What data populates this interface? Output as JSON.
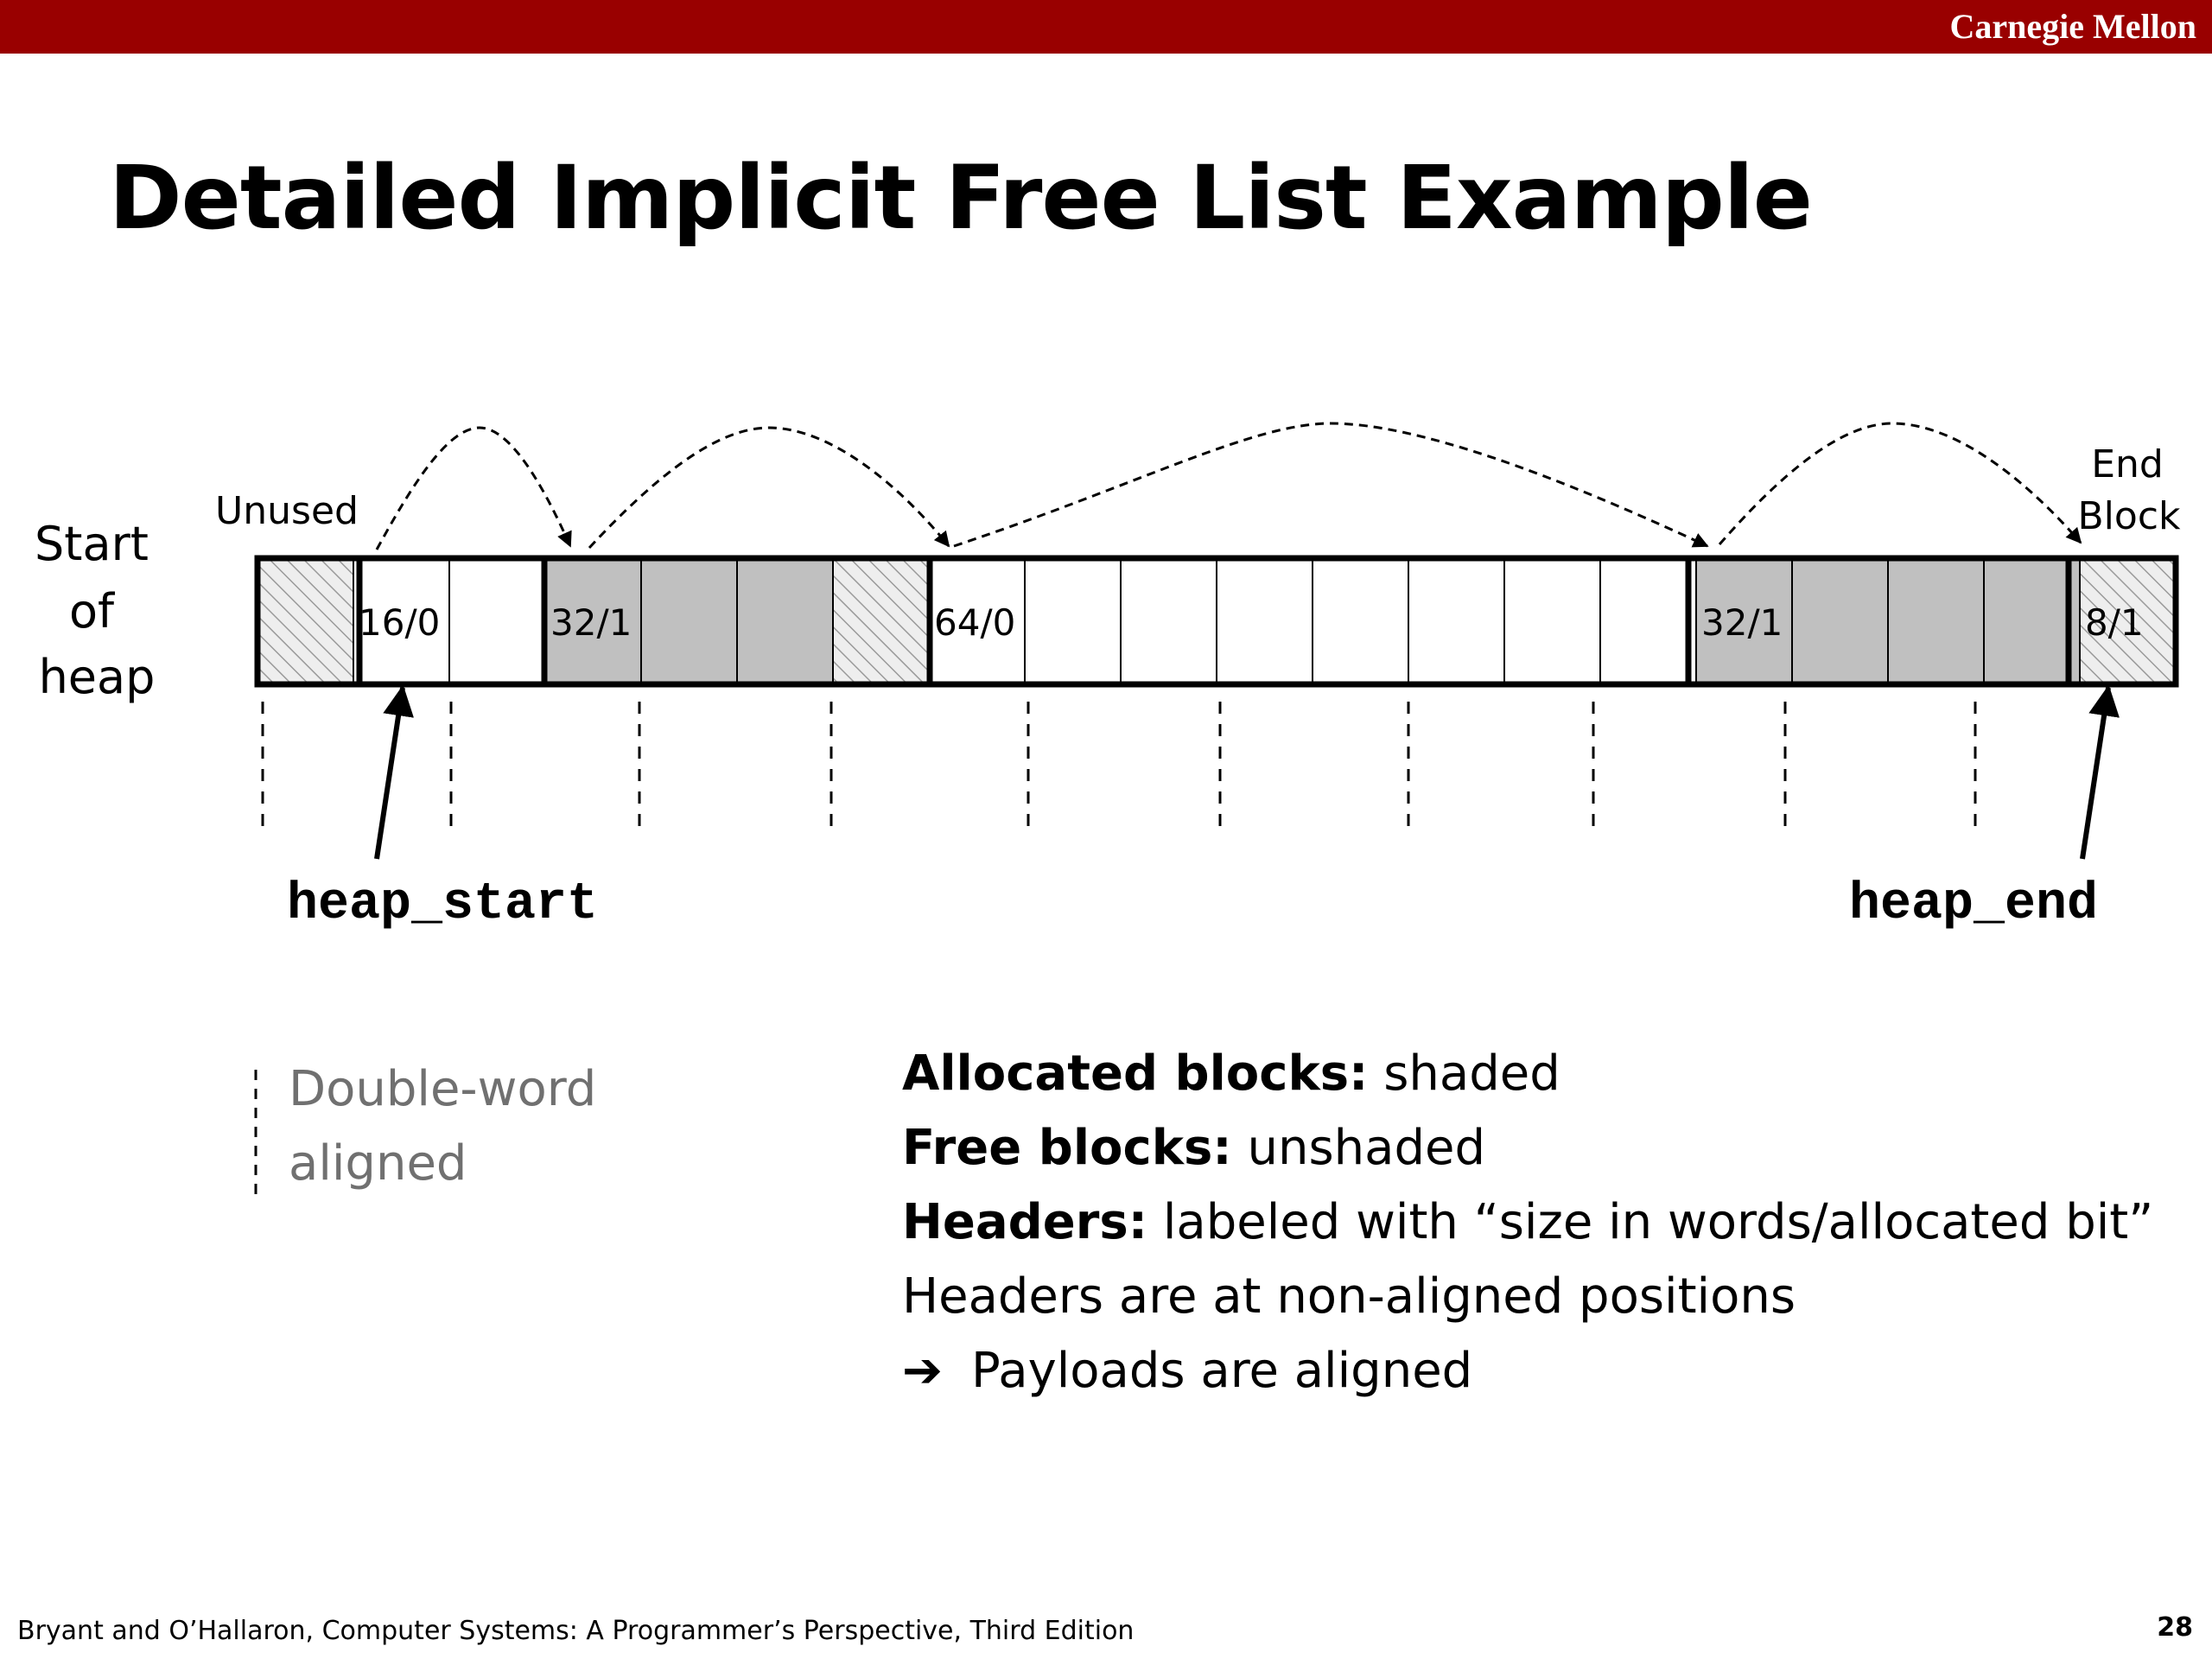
{
  "header": {
    "brand": "Carnegie Mellon",
    "bar_color": "#990000"
  },
  "title": "Detailed Implicit Free List Example",
  "diagram": {
    "start_label": [
      "Start",
      "of",
      "heap"
    ],
    "unused_label": "Unused",
    "end_label": [
      "End",
      "Block"
    ],
    "heap_start": "heap_start",
    "heap_end": "heap_end",
    "cells": [
      {
        "label": "",
        "kind": "hatched"
      },
      {
        "label": "16/0",
        "kind": "free"
      },
      {
        "label": "",
        "kind": "free"
      },
      {
        "label": "32/1",
        "kind": "allocated"
      },
      {
        "label": "",
        "kind": "allocated"
      },
      {
        "label": "",
        "kind": "allocated"
      },
      {
        "label": "",
        "kind": "hatched"
      },
      {
        "label": "64/0",
        "kind": "free"
      },
      {
        "label": "",
        "kind": "free"
      },
      {
        "label": "",
        "kind": "free"
      },
      {
        "label": "",
        "kind": "free"
      },
      {
        "label": "",
        "kind": "free"
      },
      {
        "label": "",
        "kind": "free"
      },
      {
        "label": "",
        "kind": "free"
      },
      {
        "label": "",
        "kind": "free"
      },
      {
        "label": "32/1",
        "kind": "allocated"
      },
      {
        "label": "",
        "kind": "allocated"
      },
      {
        "label": "",
        "kind": "allocated"
      },
      {
        "label": "",
        "kind": "allocated"
      },
      {
        "label": "8/1",
        "kind": "hatched"
      }
    ],
    "colors": {
      "allocated": "#c0c0c0",
      "free": "#ffffff",
      "hatch_bg": "#eeeeee",
      "hatch_line": "#9a9a9a"
    }
  },
  "legend": {
    "line1": "Double-word",
    "line2": "aligned"
  },
  "notes": [
    {
      "bold": "Allocated blocks:",
      "text": " shaded"
    },
    {
      "bold": "Free blocks:",
      "text": " unshaded"
    },
    {
      "bold": "Headers:",
      "text": " labeled with “size in words/allocated bit”"
    },
    {
      "bold": "",
      "text": "Headers are at non-aligned positions"
    },
    {
      "bold": "",
      "text": "Payloads are aligned",
      "arrow": "➔"
    }
  ],
  "footer": "Bryant and O’Hallaron, Computer Systems: A Programmer’s Perspective, Third Edition",
  "page_number": "28"
}
